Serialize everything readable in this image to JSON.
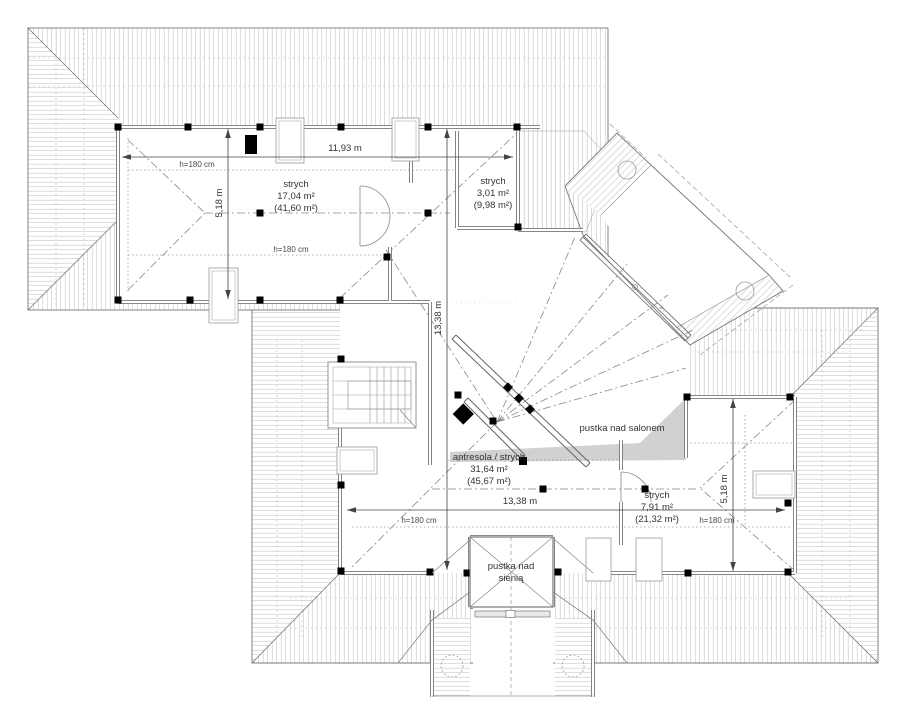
{
  "plan": {
    "rooms": [
      {
        "name": "strych",
        "area": "17,04 m²",
        "area_gross": "(41,60 m²)"
      },
      {
        "name": "strych",
        "area": "3,01 m²",
        "area_gross": "(9,98 m²)"
      },
      {
        "name": "antresola / strych",
        "area": "31,64 m²",
        "area_gross": "(45,67 m²)"
      },
      {
        "name": "strych",
        "area": "7,91 m²",
        "area_gross": "(21,32 m²)"
      }
    ],
    "voids": {
      "salon": "pustka nad salonem",
      "sien_line1": "pustka nad",
      "sien_line2": "sienią"
    },
    "dimensions": {
      "top": "11,93 m",
      "middle_vertical": "13,38 m",
      "bottom": "13,38 m",
      "left": "5,18 m",
      "right": "5,18 m"
    },
    "knee_wall": "h=180 cm",
    "colors": {
      "line": "#555555",
      "hatch": "#c6c6c6",
      "shade": "#c9c9c9",
      "solid": "#000000"
    }
  }
}
